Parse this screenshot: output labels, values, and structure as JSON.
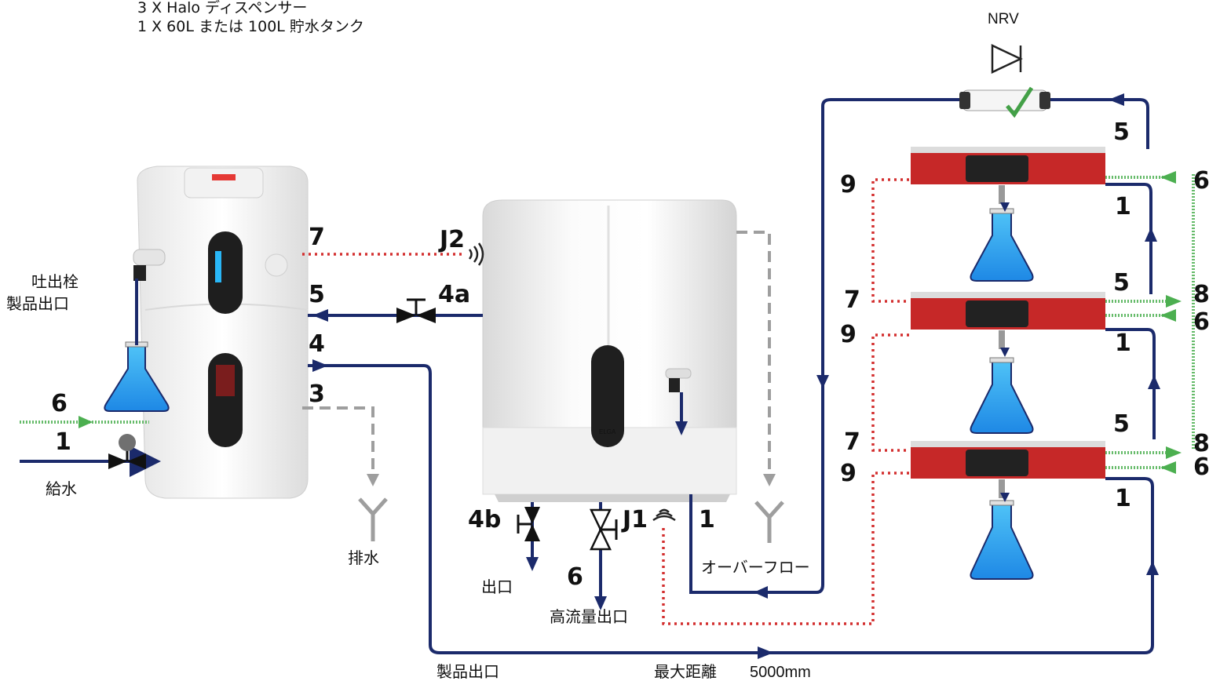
{
  "header": {
    "line1": "3 X Halo ディスペンサー",
    "line2": "1 X 60L または 100L 貯水タンク"
  },
  "valve_labels": {
    "nrv": "NRV"
  },
  "labels": {
    "tap_line1": "吐出栓",
    "tap_line2": "製品出口",
    "feed": "給水",
    "drain": "排水",
    "outlet": "出口",
    "high_flow_outlet": "高流量出口",
    "overflow": "オーバーフロー",
    "product_outlet": "製品出口",
    "max_distance": "最大距離",
    "max_distance_value": "5000mm"
  },
  "numbers": {
    "n1": "1",
    "n3": "3",
    "n4": "4",
    "n4a": "4a",
    "n4b": "4b",
    "n5": "5",
    "n6": "6",
    "n7": "7",
    "n8": "8",
    "n9": "9",
    "j1": "J1",
    "j2": "J2"
  },
  "unit_text": {
    "display": "ELGA"
  },
  "colors": {
    "pipe": "#1b2a6b",
    "feed_green": "#4caf50",
    "signal_red": "#d32f2f",
    "drain_grey": "#9e9e9e",
    "dispenser_red": "#c62828",
    "flask_blue": "#29a9e0"
  }
}
